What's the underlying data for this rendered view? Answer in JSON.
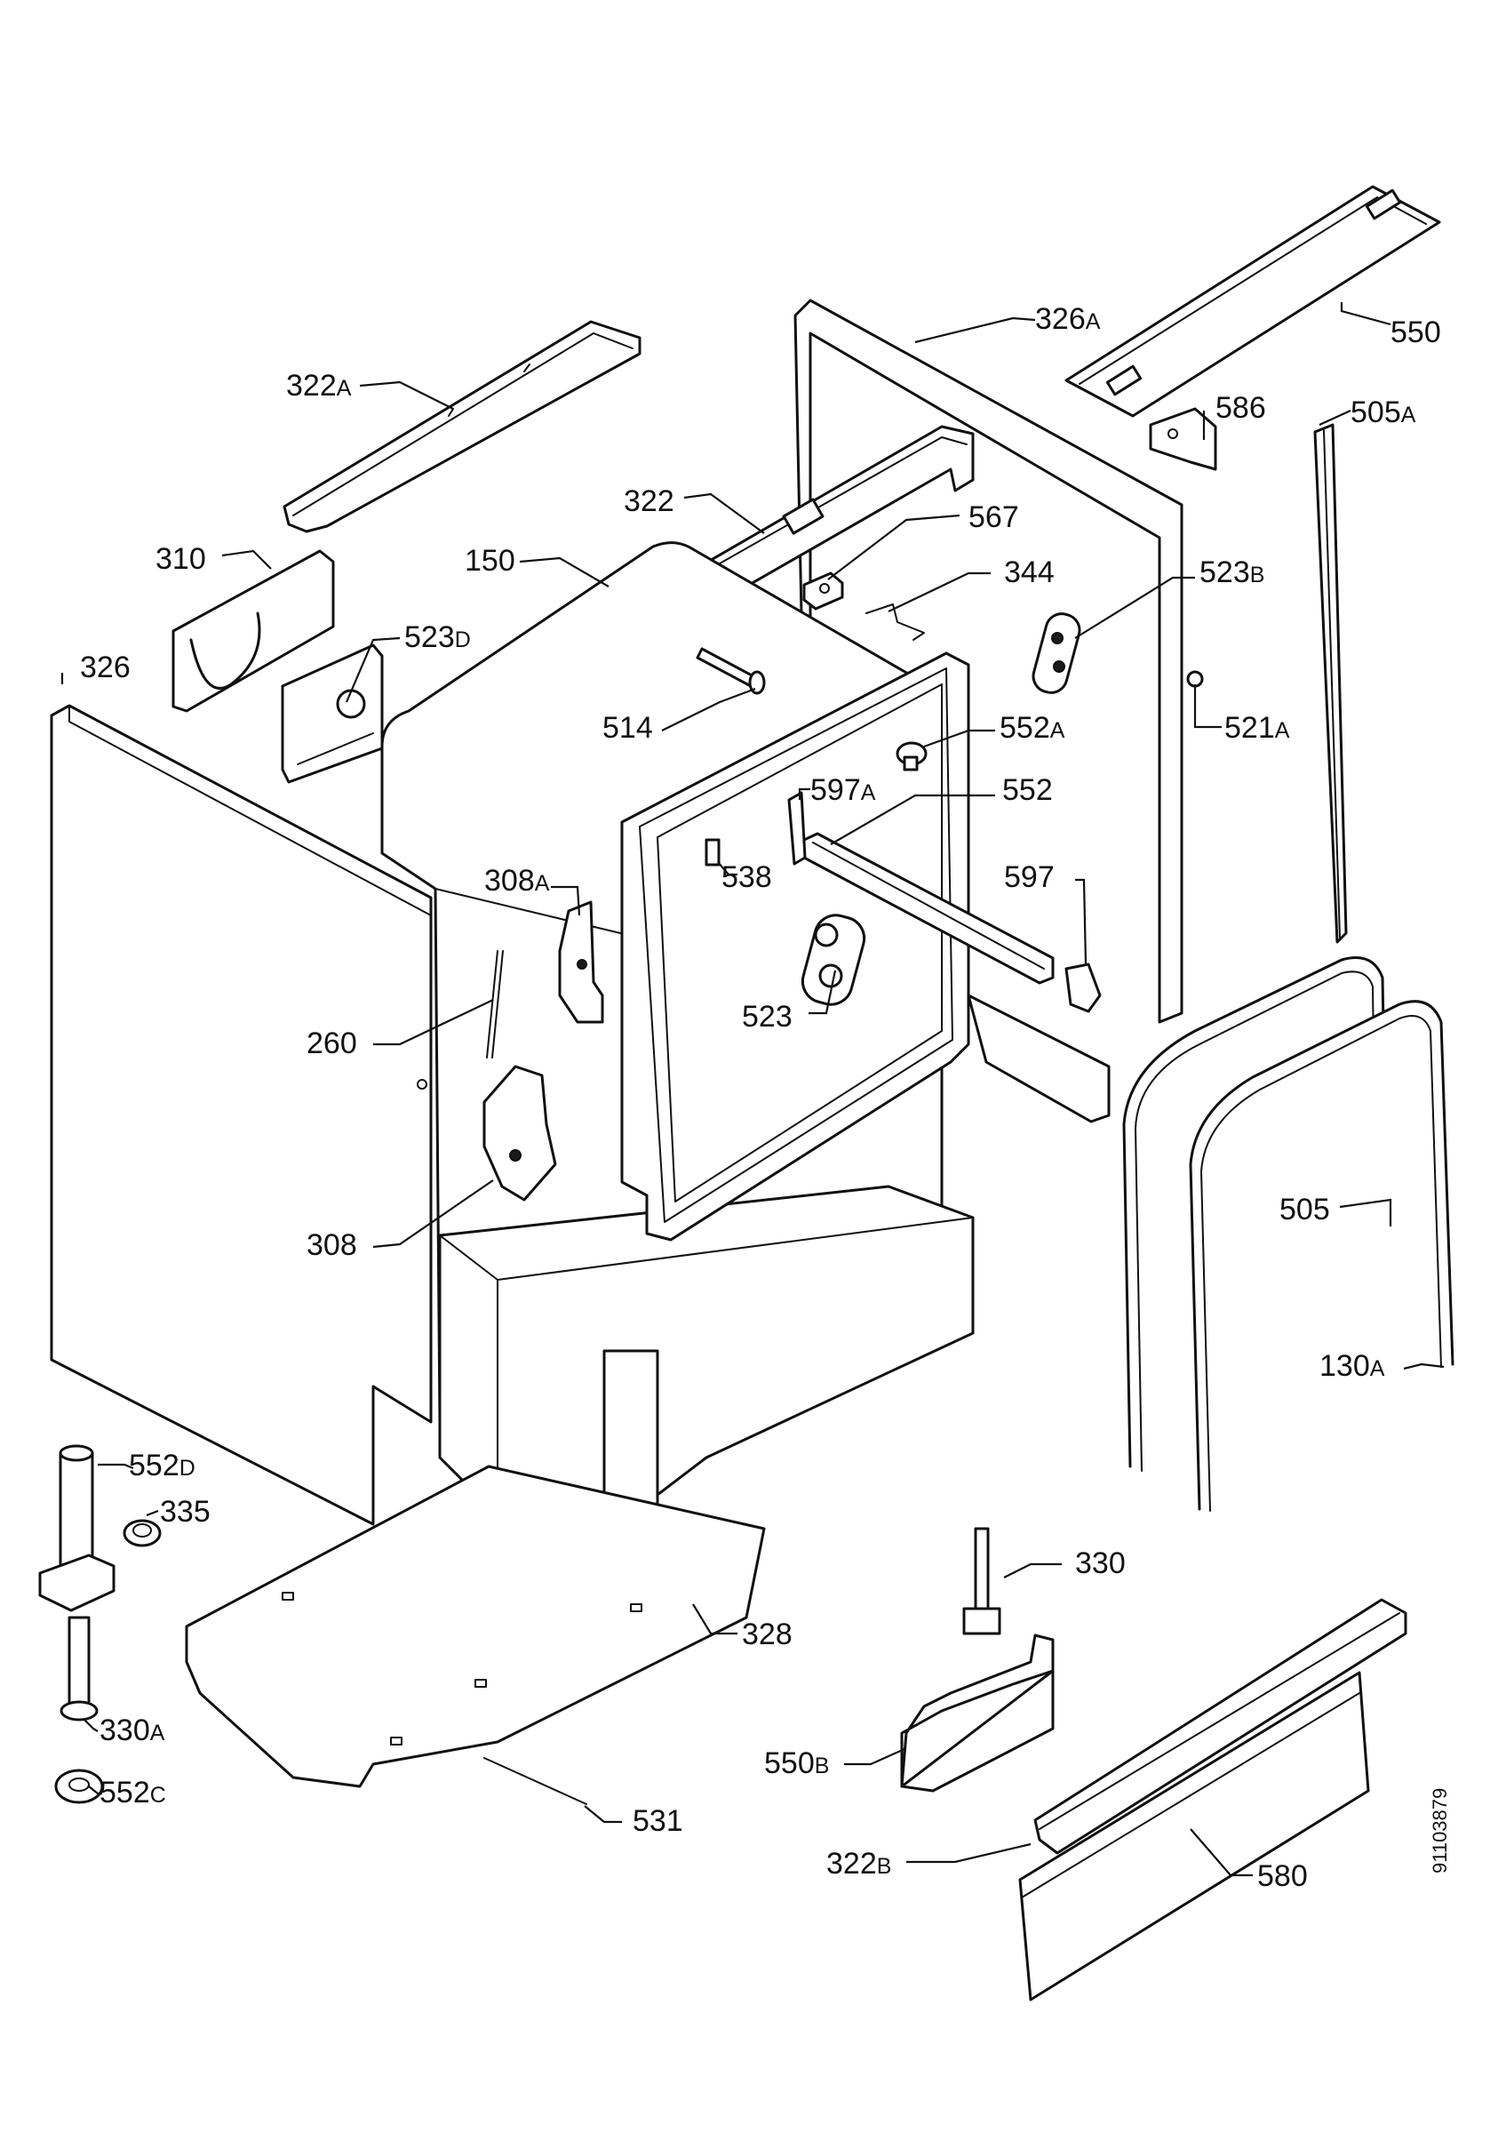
{
  "diagram": {
    "drawing_number": "91103879",
    "callouts": [
      {
        "id": "550",
        "num": "550",
        "sfx": ""
      },
      {
        "id": "326A",
        "num": "326",
        "sfx": "A"
      },
      {
        "id": "586",
        "num": "586",
        "sfx": ""
      },
      {
        "id": "505A",
        "num": "505",
        "sfx": "A"
      },
      {
        "id": "322A",
        "num": "322",
        "sfx": "A"
      },
      {
        "id": "322",
        "num": "322",
        "sfx": ""
      },
      {
        "id": "567",
        "num": "567",
        "sfx": ""
      },
      {
        "id": "310",
        "num": "310",
        "sfx": ""
      },
      {
        "id": "150",
        "num": "150",
        "sfx": ""
      },
      {
        "id": "344",
        "num": "344",
        "sfx": ""
      },
      {
        "id": "523B",
        "num": "523",
        "sfx": "B"
      },
      {
        "id": "523D",
        "num": "523",
        "sfx": "D"
      },
      {
        "id": "326",
        "num": "326",
        "sfx": ""
      },
      {
        "id": "514",
        "num": "514",
        "sfx": ""
      },
      {
        "id": "552A",
        "num": "552",
        "sfx": "A"
      },
      {
        "id": "521A",
        "num": "521",
        "sfx": "A"
      },
      {
        "id": "597A",
        "num": "597",
        "sfx": "A"
      },
      {
        "id": "552",
        "num": "552",
        "sfx": ""
      },
      {
        "id": "538",
        "num": "538",
        "sfx": ""
      },
      {
        "id": "308A",
        "num": "308",
        "sfx": "A"
      },
      {
        "id": "597",
        "num": "597",
        "sfx": ""
      },
      {
        "id": "523",
        "num": "523",
        "sfx": ""
      },
      {
        "id": "260",
        "num": "260",
        "sfx": ""
      },
      {
        "id": "505",
        "num": "505",
        "sfx": ""
      },
      {
        "id": "308",
        "num": "308",
        "sfx": ""
      },
      {
        "id": "130A",
        "num": "130",
        "sfx": "A"
      },
      {
        "id": "552D",
        "num": "552",
        "sfx": "D"
      },
      {
        "id": "335",
        "num": "335",
        "sfx": ""
      },
      {
        "id": "330",
        "num": "330",
        "sfx": ""
      },
      {
        "id": "328",
        "num": "328",
        "sfx": ""
      },
      {
        "id": "330A",
        "num": "330",
        "sfx": "A"
      },
      {
        "id": "550B",
        "num": "550",
        "sfx": "B"
      },
      {
        "id": "552C",
        "num": "552",
        "sfx": "C"
      },
      {
        "id": "531",
        "num": "531",
        "sfx": ""
      },
      {
        "id": "322B",
        "num": "322",
        "sfx": "B"
      },
      {
        "id": "580",
        "num": "580",
        "sfx": ""
      }
    ]
  }
}
